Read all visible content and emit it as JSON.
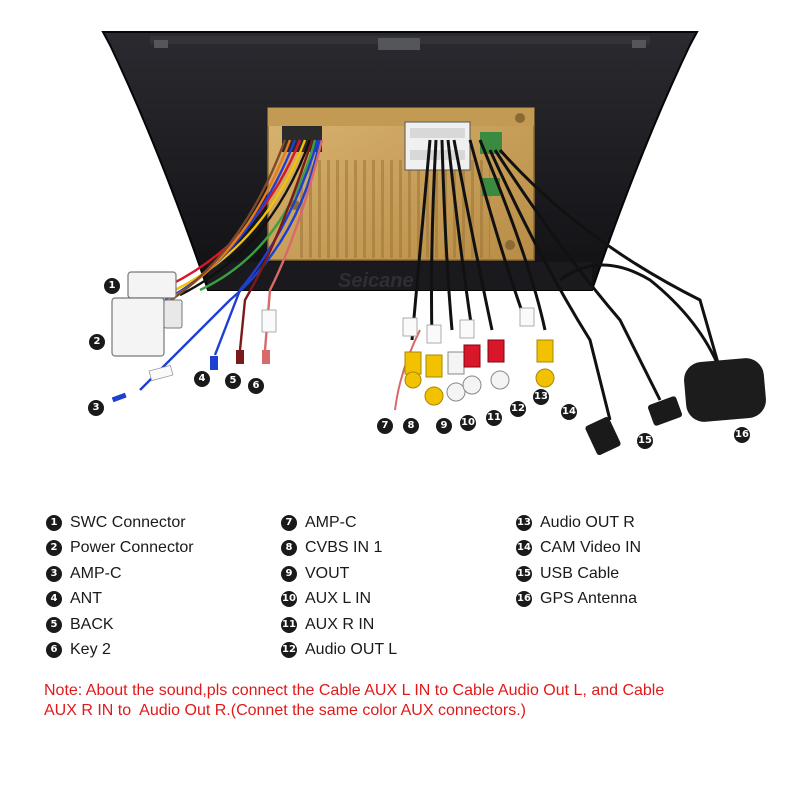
{
  "brand": "Seicane",
  "callouts": [
    "1",
    "2",
    "3",
    "4",
    "5",
    "6",
    "7",
    "8",
    "9",
    "10",
    "11",
    "12",
    "13",
    "14",
    "15",
    "16"
  ],
  "legend": {
    "column1": [
      {
        "num": "1",
        "label": "SWC Connector"
      },
      {
        "num": "2",
        "label": "Power Connector"
      },
      {
        "num": "3",
        "label": "AMP-C"
      },
      {
        "num": "4",
        "label": "ANT"
      },
      {
        "num": "5",
        "label": "BACK"
      },
      {
        "num": "6",
        "label": "Key 2"
      }
    ],
    "column2": [
      {
        "num": "7",
        "label": "AMP-C"
      },
      {
        "num": "8",
        "label": "CVBS IN 1"
      },
      {
        "num": "9",
        "label": "VOUT"
      },
      {
        "num": "10",
        "label": "AUX L IN"
      },
      {
        "num": "11",
        "label": "AUX R IN"
      },
      {
        "num": "12",
        "label": "Audio OUT L"
      }
    ],
    "column3": [
      {
        "num": "13",
        "label": "Audio OUT R"
      },
      {
        "num": "14",
        "label": "CAM Video IN"
      },
      {
        "num": "15",
        "label": "USB Cable"
      },
      {
        "num": "16",
        "label": "GPS Antenna"
      }
    ]
  },
  "note": {
    "line1": "Note: About the sound,pls connect the Cable AUX L IN to Cable Audio Out L, and Cable",
    "line2": "AUX R IN to  Audio Out R.(Connet the same color AUX connectors.)"
  },
  "colors": {
    "note_text": "#e01a1a",
    "bezel": "#1b1b1f",
    "chassis": "#c9a25c",
    "rca_red": "#d8182a",
    "rca_yellow": "#f2c200",
    "rca_white": "#f4f4f4"
  }
}
